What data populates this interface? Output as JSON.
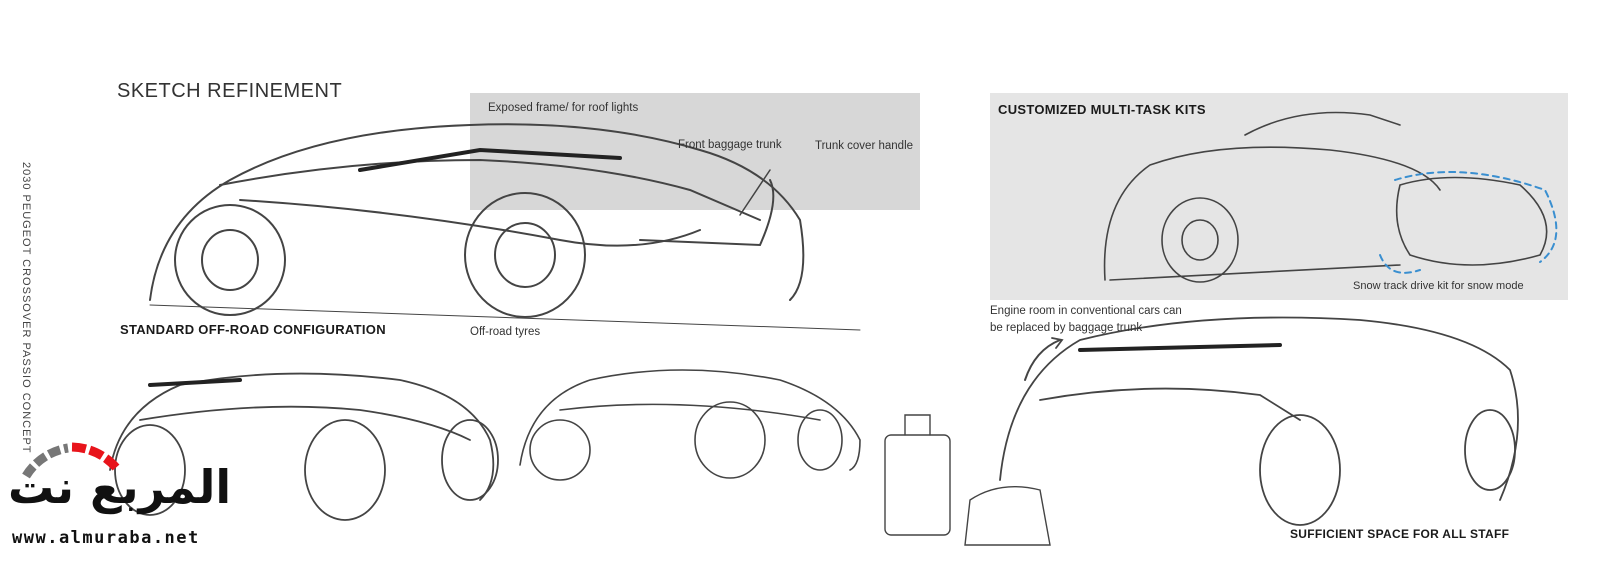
{
  "title": "SKETCH REFINEMENT",
  "side_caption": "2030 PEUGEOT CROSSOVER PASSIO CONCEPT",
  "annotations": {
    "exposed_frame": "Exposed frame/ for roof lights",
    "front_trunk": "Front baggage trunk",
    "trunk_handle": "Trunk cover handle",
    "offroad_tyres": "Off-road tyres",
    "snow_kit": "Snow track drive kit for snow mode",
    "engine_room_1": "Engine room in conventional cars can",
    "engine_room_2": "be replaced by baggage trunk"
  },
  "headings": {
    "standard": "STANDARD OFF-ROAD CONFIGURATION",
    "kits": "CUSTOMIZED MULTI-TASK KITS",
    "space": "SUFFICIENT SPACE FOR ALL STAFF"
  },
  "watermark": {
    "arabic": "المربع نت",
    "url": "www.almuraba.net",
    "accent": "#e8141b"
  }
}
